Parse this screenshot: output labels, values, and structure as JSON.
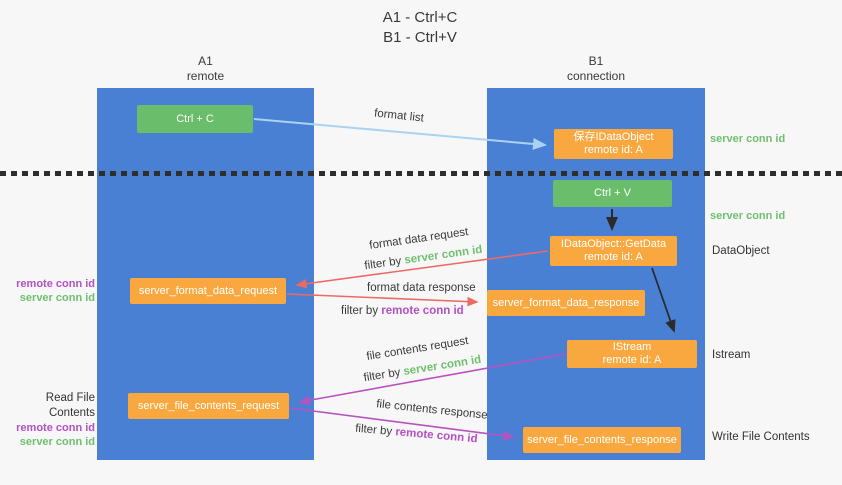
{
  "title": {
    "line1": "A1 - Ctrl+C",
    "line2": "B1 - Ctrl+V"
  },
  "columns": {
    "left": {
      "name": "A1",
      "role": "remote"
    },
    "right": {
      "name": "B1",
      "role": "connection"
    }
  },
  "nodes": {
    "ctrl_c": "Ctrl + C",
    "ctrl_v": "Ctrl + V",
    "save_idataobject": {
      "line1": "保存IDataObject",
      "line2": "remote id: A"
    },
    "getdata": {
      "line1": "IDataObject::GetData",
      "line2": "remote id: A"
    },
    "istream": {
      "line1": "IStream",
      "line2": "remote id: A"
    },
    "format_request": "server_format_data_request",
    "format_response": "server_format_data_response",
    "file_request": "server_file_contents_request",
    "file_response": "server_file_contents_response"
  },
  "arrow_labels": {
    "format_list": "format list",
    "format_data_request": "format data request",
    "format_data_response": "format data response",
    "file_contents_request": "file contents request",
    "file_contents_response": "file contents response",
    "filter_by": "filter by ",
    "server_conn_id": "server conn id",
    "remote_conn_id": "remote conn id"
  },
  "annotations": {
    "right": {
      "server_conn_id_top": "server conn id",
      "server_conn_id_mid": "server conn id",
      "dataobject": "DataObject",
      "istream": "Istream",
      "write_file_contents": "Write File Contents"
    },
    "left": {
      "remote_conn_id_1": "remote conn id",
      "server_conn_id_1": "server conn id",
      "read_file_contents": "Read File Contents",
      "remote_conn_id_2": "remote conn id",
      "server_conn_id_2": "server conn id"
    }
  },
  "colors": {
    "background": "#f7f7f7",
    "column_blue": "#4a80d4",
    "node_green": "#69bd6b",
    "node_orange": "#f9a840",
    "text_dark": "#3a3a3a",
    "accent_green": "#6fc06f",
    "accent_purple": "#b44fc4",
    "arrow_light_blue": "#a9d3f2",
    "arrow_red": "#ec6a62",
    "arrow_magenta": "#b951c1",
    "arrow_black": "#2b2b2b"
  }
}
